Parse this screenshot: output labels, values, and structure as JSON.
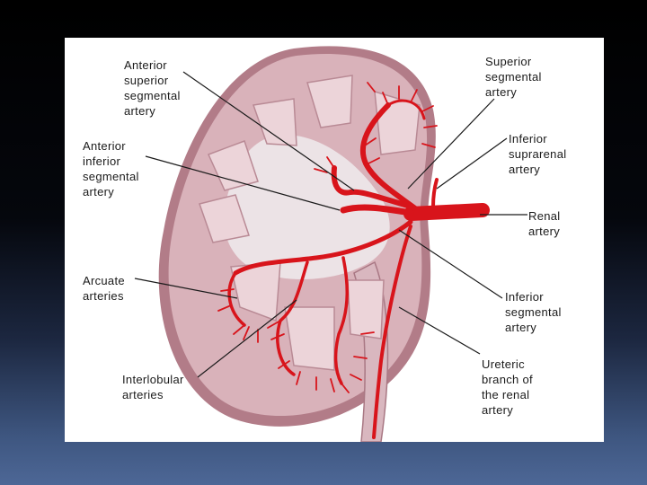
{
  "labels": {
    "anterior_superior_segmental": "Anterior\nsuperior\nsegmental\nartery",
    "anterior_inferior_segmental": "Anterior\ninferior\nsegmental\nartery",
    "arcuate": "Arcuate\narteries",
    "interlobular": "Interlobular\narteries",
    "superior_segmental": "Superior\nsegmental\nartery",
    "inferior_suprarenal": "Inferior\nsuprarenal\nartery",
    "renal": "Renal\nartery",
    "inferior_segmental": "Inferior\nsegmental\nartery",
    "ureteric_branch": "Ureteric\nbranch of\nthe renal\nartery"
  },
  "colors": {
    "artery": "#d8141b",
    "cortex": "#d9b2ba",
    "capsule": "#b27c88",
    "pyramid": "#ecd4d9",
    "sinus": "#ece3e6",
    "background_top": "#000000",
    "background_bottom": "#4d6796"
  }
}
